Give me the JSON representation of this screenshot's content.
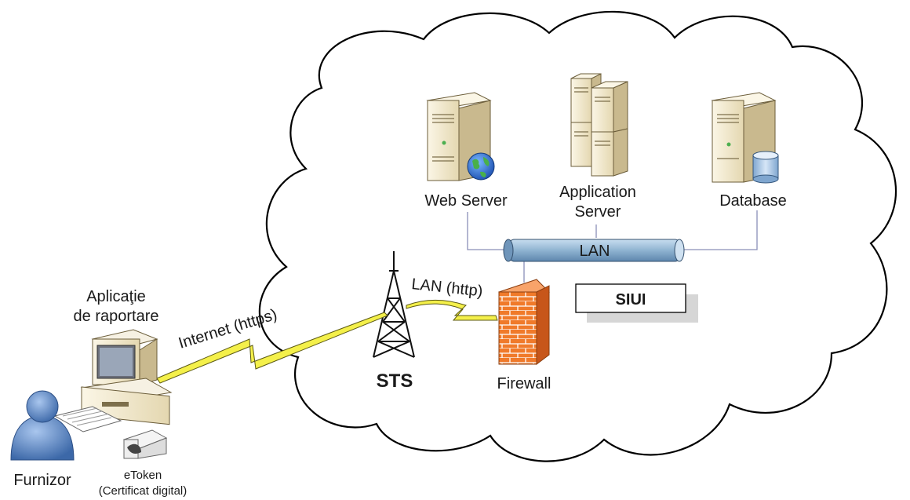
{
  "nodes": {
    "web_server": "Web Server",
    "application_server": [
      "Application",
      "Server"
    ],
    "database": "Database",
    "lan_bus": "LAN",
    "siui": "SIUI",
    "sts": "STS",
    "firewall": "Firewall",
    "reporting_app": [
      "Aplicaţie",
      "de raportare"
    ],
    "supplier": "Furnizor",
    "etoken": [
      "eToken",
      "(Certificat digital)"
    ]
  },
  "links": {
    "internet": "Internet (https)",
    "lan_http": "LAN (http)"
  },
  "colors": {
    "cloud_stroke": "#000000",
    "server_body": "#f3ead2",
    "server_shadow": "#c9b98e",
    "lan_pipe": "#8fb3d1",
    "firewall_brick": "#f07a2a",
    "lightning": "#f4f04a",
    "user_blue": "#4f7fc2",
    "connector": "#8a8fb8"
  },
  "icons": [
    "globe-icon",
    "database-cylinder-icon",
    "tower-antenna-icon",
    "firewall-icon",
    "user-icon",
    "computer-icon",
    "etoken-icon"
  ]
}
